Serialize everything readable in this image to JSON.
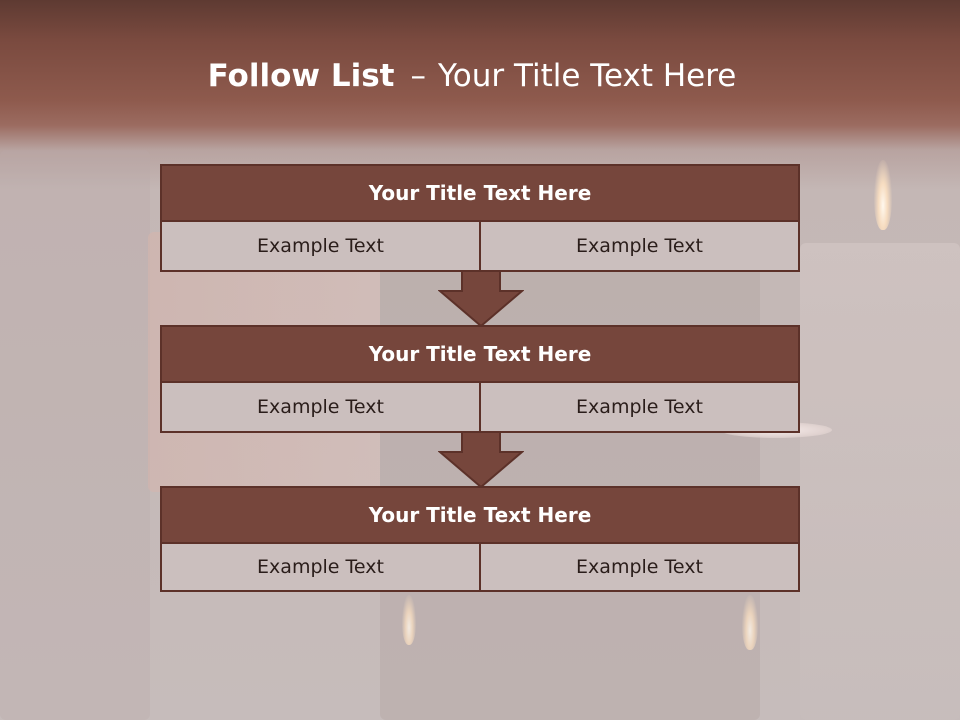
{
  "slide": {
    "title_bold": "Follow List",
    "title_dash": "–",
    "title_rest": "Your Title Text Here"
  },
  "colors": {
    "header_fill": "#76463c",
    "border": "#5c3129",
    "cell_fill": "#cbbfbe",
    "title_band": "#8e5a4d"
  },
  "steps": [
    {
      "title": "Your Title Text Here",
      "left": "Example Text",
      "right": "Example Text"
    },
    {
      "title": "Your Title Text Here",
      "left": "Example Text",
      "right": "Example Text"
    },
    {
      "title": "Your Title Text Here",
      "left": "Example Text",
      "right": "Example Text"
    }
  ],
  "connectors": [
    "down-arrow-icon",
    "down-arrow-icon"
  ]
}
